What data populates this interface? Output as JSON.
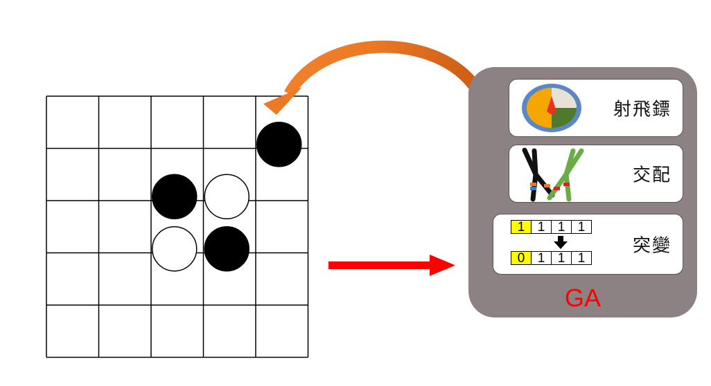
{
  "board": {
    "rows": 5,
    "cols": 5,
    "stones": [
      {
        "row": 0,
        "col": 4,
        "color": "black"
      },
      {
        "row": 1,
        "col": 2,
        "color": "black"
      },
      {
        "row": 1,
        "col": 3,
        "color": "white"
      },
      {
        "row": 2,
        "col": 2,
        "color": "white"
      },
      {
        "row": 2,
        "col": 3,
        "color": "black"
      }
    ]
  },
  "ga_panel": {
    "title": "GA",
    "title_color": "#ff0000",
    "panel_color": "#8c8283",
    "cards": [
      {
        "label": "射飛鏢",
        "icon": "dartboard-icon"
      },
      {
        "label": "交配",
        "icon": "chromosome-crossover-icon"
      },
      {
        "label": "突變",
        "icon": "mutation-bits-icon"
      }
    ],
    "mutation": {
      "before": [
        "1",
        "1",
        "1",
        "1"
      ],
      "after": [
        "0",
        "1",
        "1",
        "1"
      ],
      "highlight_index": 0,
      "highlight_color": "#ffff00"
    }
  },
  "arrows": {
    "feedback_color": "#e8731e",
    "forward_color": "#ff0000"
  }
}
